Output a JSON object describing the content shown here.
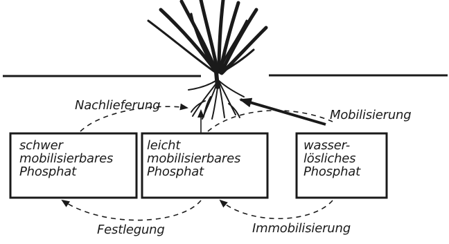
{
  "pools": {
    "hard": {
      "lines": [
        "schwer",
        "mobilisierbares",
        "Phosphat"
      ]
    },
    "easy": {
      "lines": [
        "leicht",
        "mobilisierbares",
        "Phosphat"
      ]
    },
    "soluble": {
      "lines": [
        "wasser-",
        "lösliches",
        "Phosphat"
      ]
    }
  },
  "flows": {
    "replenishment": "Nachlieferung",
    "mobilization": "Mobilisierung",
    "fixation": "Festlegung",
    "immobilization": "Immobilisierung"
  }
}
